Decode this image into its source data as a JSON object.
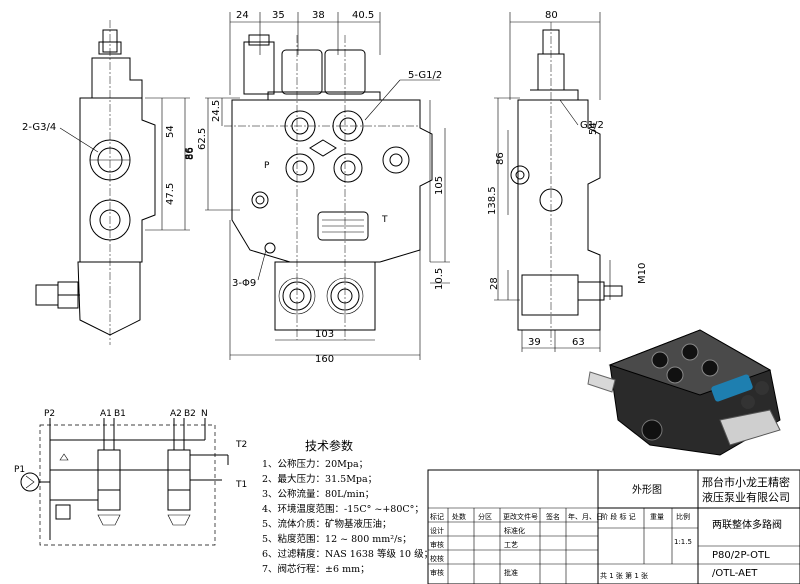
{
  "dimensions": {
    "top_24": "24",
    "top_35": "35",
    "top_38": "38",
    "top_40_5": "40.5",
    "front_62_5": "62.5",
    "front_24_5": "24.5",
    "front_86": "86",
    "front_105": "105",
    "front_10_5": "10.5",
    "front_103": "103",
    "front_160": "160",
    "left_54": "54",
    "left_86": "86",
    "left_47_5": "47.5",
    "right_80": "80",
    "right_54": "54",
    "right_138_5": "138.5",
    "right_86": "86",
    "right_28": "28",
    "right_39": "39",
    "right_63": "63",
    "right_m10": "M10"
  },
  "labels": {
    "g34": "2-G3/4",
    "g12_5": "5-G1/2",
    "phi9": "3-Φ9",
    "g12": "G1/2"
  },
  "schematic": {
    "p2": "P2",
    "a1": "A1",
    "b1": "B1",
    "a2": "A2",
    "b2": "B2",
    "n": "N",
    "t2": "T2",
    "t1": "T1",
    "p1": "P1"
  },
  "specs": {
    "title": "技术参数",
    "lines": [
      "1、公称压力：20Mpa；",
      "2、最大压力：31.5Mpa；",
      "3、公称流量：80L/min；",
      "4、环境温度范围：-15C° ~+80C°；",
      "5、流体介质：矿物基液压油；",
      "5、粘度范围：12 ~ 800 mm²/s；",
      "6、过滤精度：NAS 1638 等级 10 级；",
      "7、阀芯行程：±6 mm；"
    ]
  },
  "title_block": {
    "drawing_label": "外形图",
    "company_line1": "邢台市小龙王精密",
    "company_line2": "液压泵业有限公司",
    "product": "两联整体多路阀",
    "model_line1": "P80/2P-OTL",
    "model_line2": "/OTL-AET",
    "scale": "1:1.5",
    "sheet": "共 1 张  第 1 张",
    "headers": [
      "标记",
      "处数",
      "分区",
      "更改文件号",
      "签名",
      "年、月、日"
    ],
    "rows": [
      "设计",
      "审核",
      "校核",
      "审核",
      "工艺",
      "批准",
      "标准化"
    ],
    "cols": [
      "阶 段 标 记",
      "重量",
      "比例"
    ]
  }
}
